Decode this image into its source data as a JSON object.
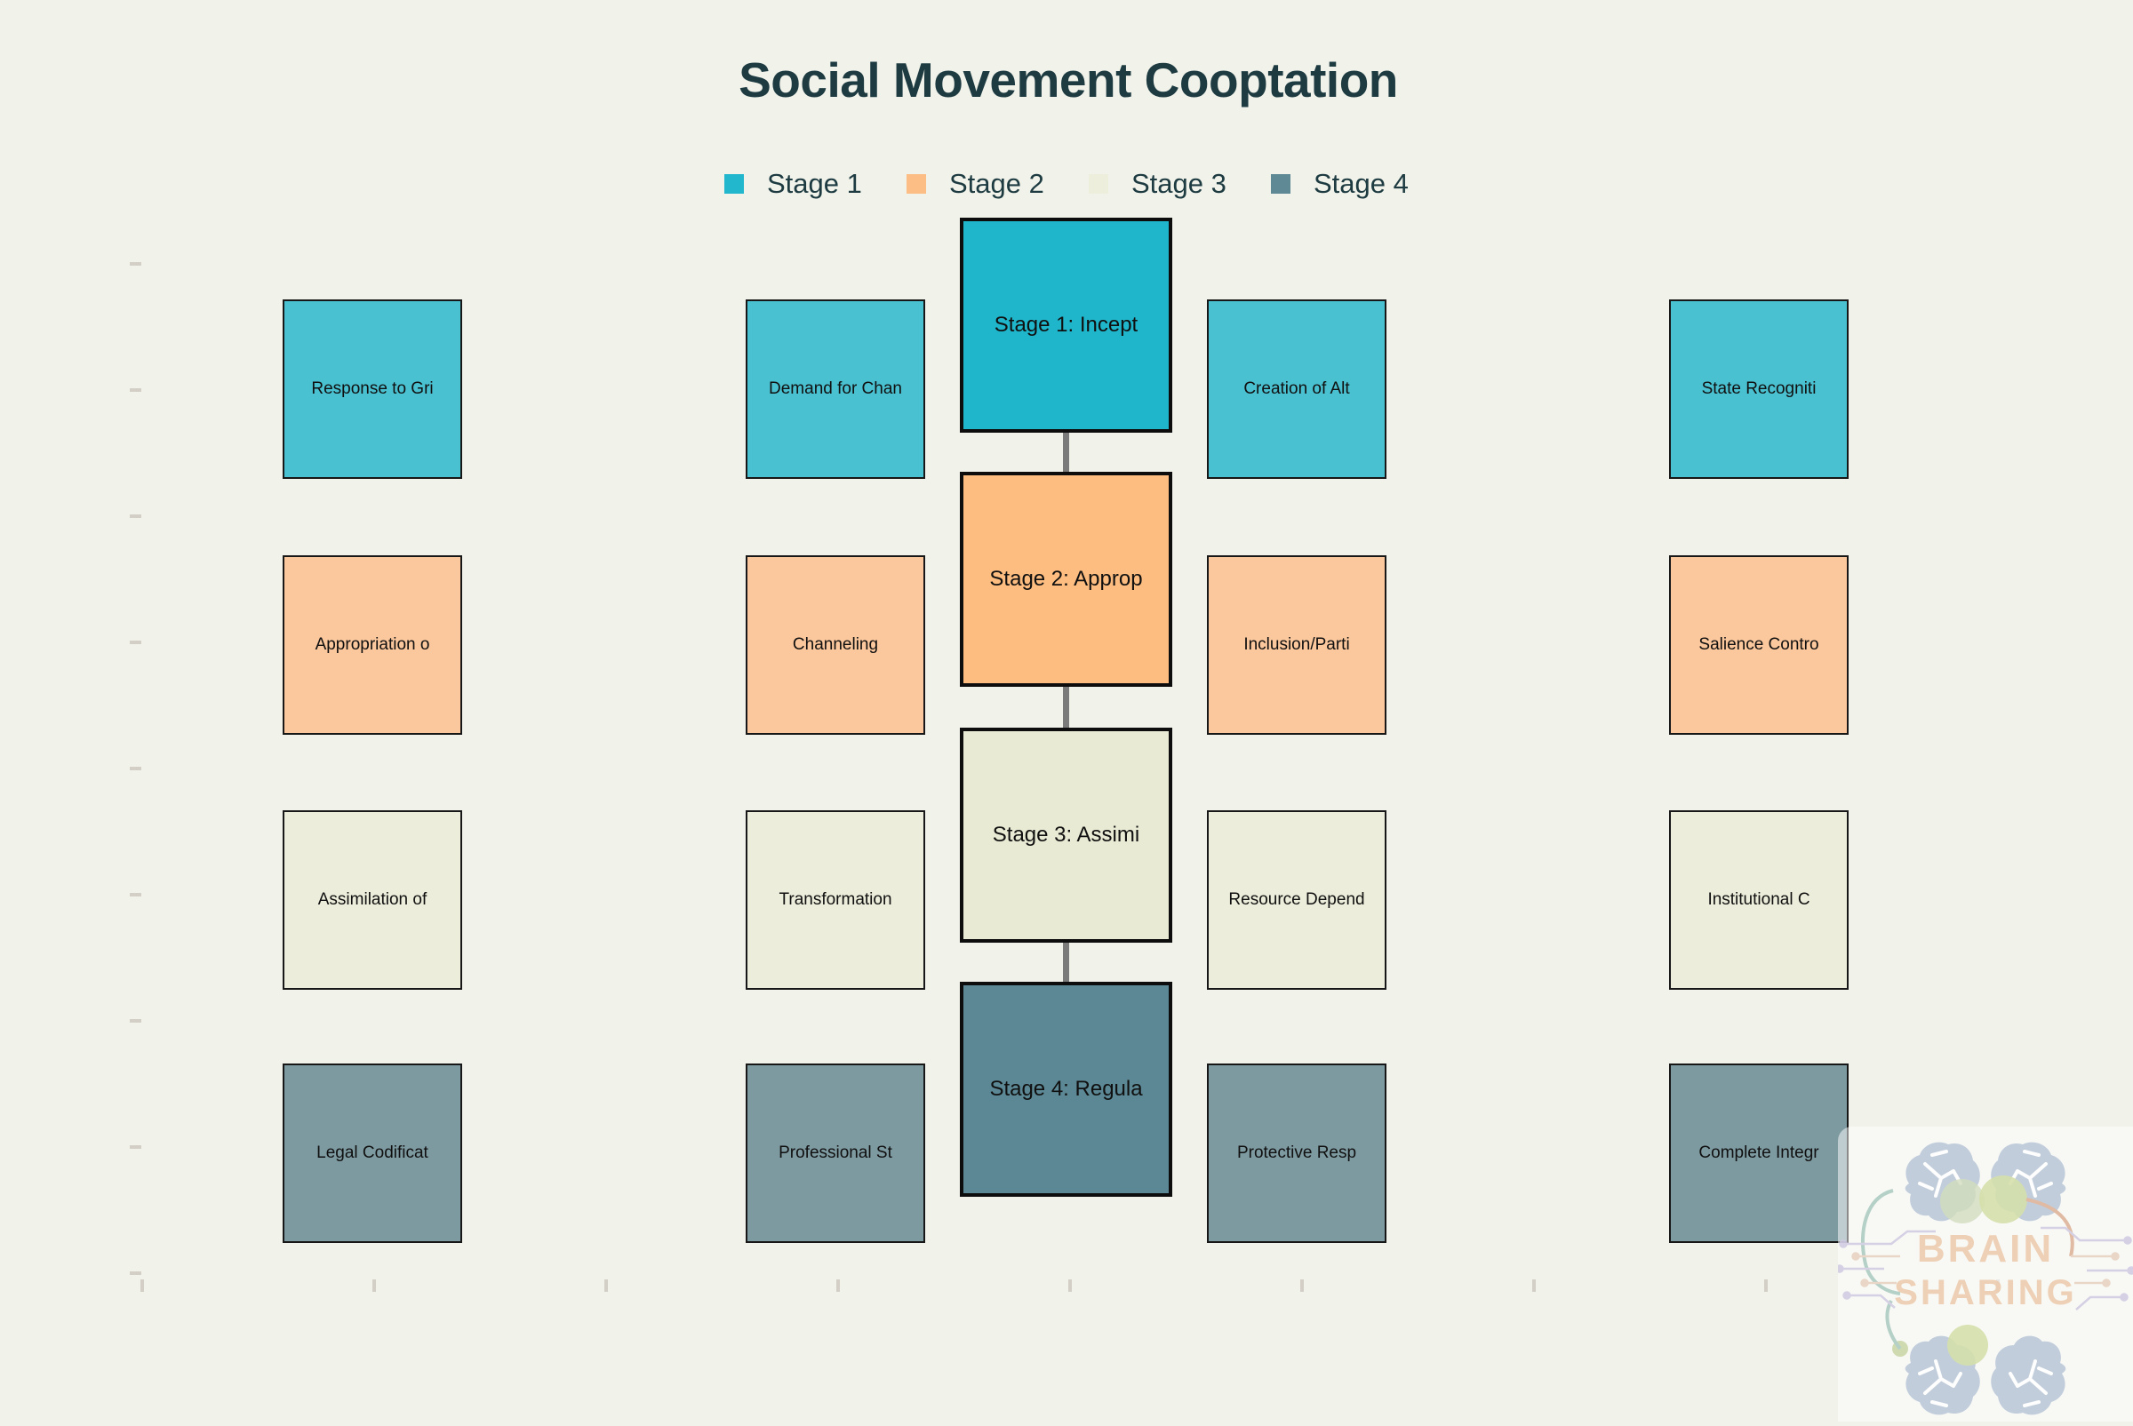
{
  "title": "Social Movement Cooptation",
  "legend": {
    "items": [
      {
        "label": "Stage 1",
        "color": "#22b7cd"
      },
      {
        "label": "Stage 2",
        "color": "#fdbe85"
      },
      {
        "label": "Stage 3",
        "color": "#eeeedd"
      },
      {
        "label": "Stage 4",
        "color": "#5f8995"
      }
    ]
  },
  "stages": [
    {
      "center_label": "Stage 1: Incept",
      "center_color": "#1fb5cb",
      "side_color": "#4ac1d1",
      "cells": [
        "Response to Gri",
        "Demand for Chan",
        "Creation of Alt",
        "State Recogniti"
      ]
    },
    {
      "center_label": "Stage 2: Approp",
      "center_color": "#fdbd80",
      "side_color": "#fbc79c",
      "cells": [
        "Appropriation o",
        "Channeling",
        "Inclusion/Parti",
        "Salience Contro"
      ]
    },
    {
      "center_label": "Stage 3: Assimi",
      "center_color": "#e9ead4",
      "side_color": "#ecedda",
      "cells": [
        "Assimilation of",
        "Transformation",
        "Resource Depend",
        "Institutional C"
      ]
    },
    {
      "center_label": "Stage 4: Regula",
      "center_color": "#5b8894",
      "side_color": "#7e9aa1",
      "cells": [
        "Legal Codificat",
        "Professional St",
        "Protective Resp",
        "Complete Integr"
      ]
    }
  ],
  "watermark": {
    "line1": "BRAIN",
    "line2": "SHARING"
  }
}
